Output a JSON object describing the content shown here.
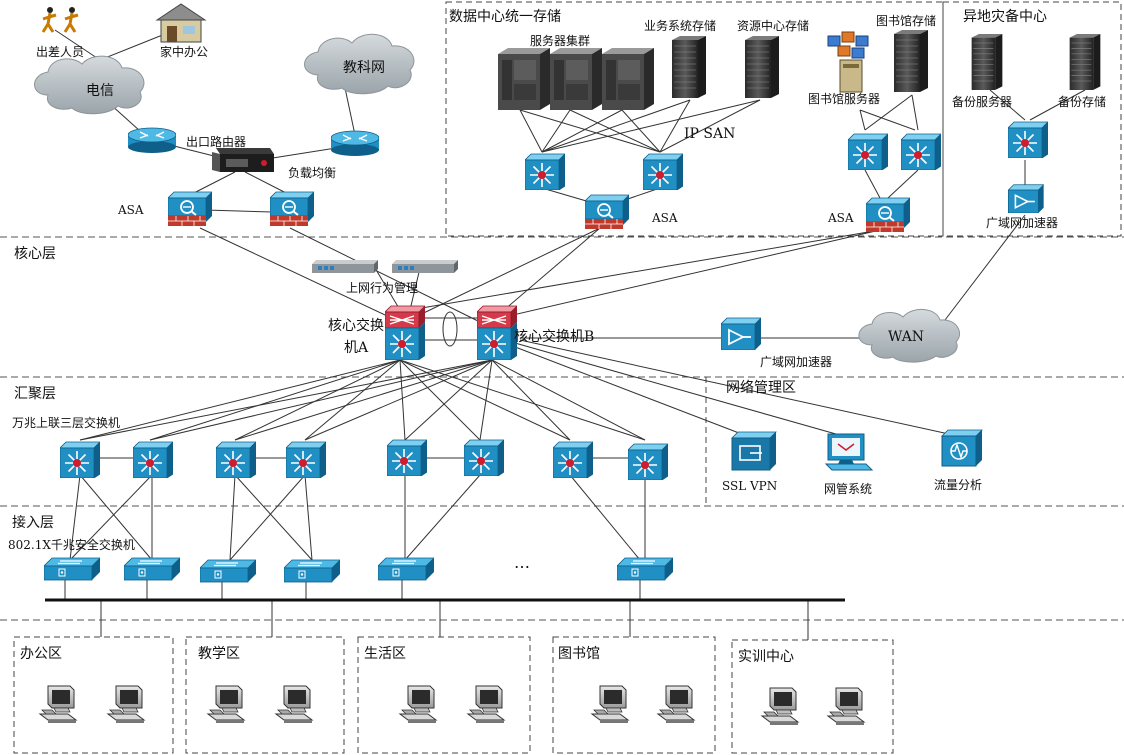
{
  "zones": {
    "datacenter": "数据中心统一存储",
    "disaster": "异地灾备中心",
    "core": "核心层",
    "aggregation": "汇聚层",
    "access": "接入层",
    "netmgmt": "网络管理区"
  },
  "labels": {
    "travel": "出差人员",
    "home": "家中办公",
    "telecom": "电信",
    "cernet": "教科网",
    "exit_router": "出口路由器",
    "load_balance": "负载均衡",
    "asa_left": "ASA",
    "asa_mid": "ASA",
    "asa_right": "ASA",
    "server_cluster": "服务器集群",
    "biz_storage": "业务系统存储",
    "resource_storage": "资源中心存储",
    "lib_storage": "图书馆存储",
    "lib_server": "图书馆服务器",
    "ipsan": "IP SAN",
    "backup_server": "备份服务器",
    "backup_storage": "备份存储",
    "wan_acc_top": "广域网加速器",
    "behavior_mgmt": "上网行为管理",
    "core_a_1": "核心交换",
    "core_a_2": "机A",
    "core_b": "核心交换机B",
    "wan": "WAN",
    "wan_acc_core": "广域网加速器",
    "uplink_l3": "万兆上联三层交换机",
    "ssl_vpn": "SSL VPN",
    "nms": "网管系统",
    "traffic": "流量分析",
    "dot1x": "802.1X千兆安全交换机",
    "ellipsis": "…",
    "office": "办公区",
    "teaching": "教学区",
    "living": "生活区",
    "library": "图书馆",
    "training": "实训中心"
  },
  "colors": {
    "switch_blue": "#1f8fc4",
    "switch_dark": "#0e5f8a",
    "firewall_red": "#c0392b",
    "core_red": "#d43a4a",
    "cloud_gray": "#b9c1c6",
    "node_red": "#d01c2c"
  }
}
